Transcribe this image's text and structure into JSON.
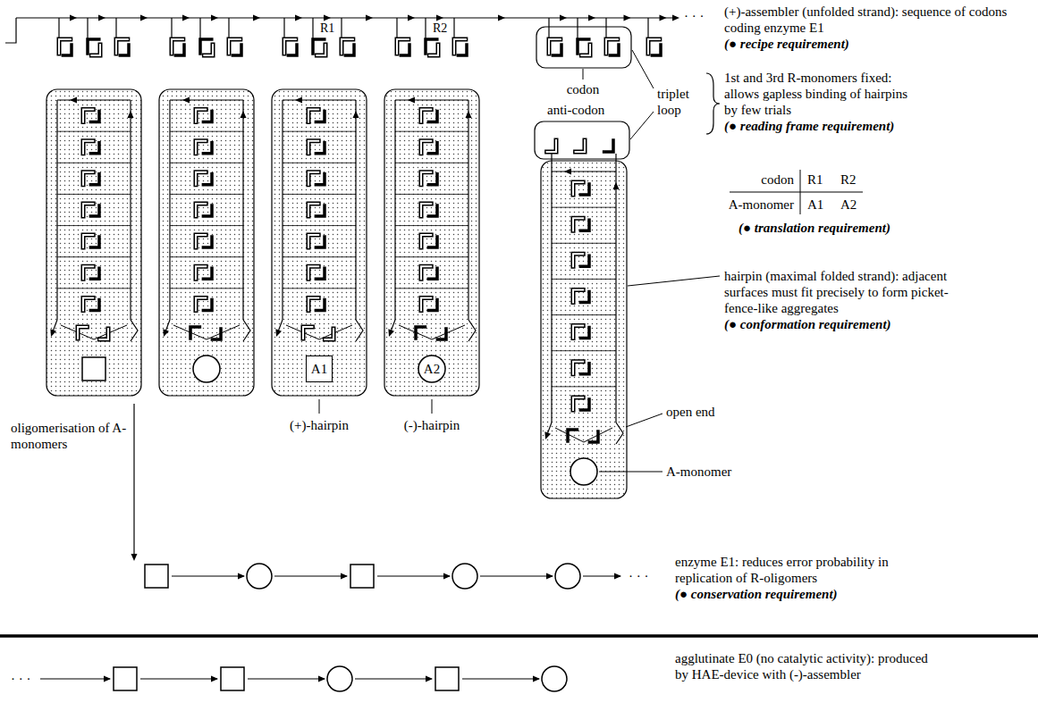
{
  "diagram": {
    "nodes": [
      {
        "text": [
          "A1"
        ]
      },
      {
        "text": [
          "A2"
        ]
      }
    ],
    "labels": [
      "R1",
      "R2",
      "· · ·",
      "(+)-assembler (unfolded strand): sequence of codons coding enzyme E1",
      "(● recipe requirement)",
      "codon",
      "triplet loop",
      "1st and 3rd R-monomers fixed: allows gapless binding of hairpins by few trials",
      "(● reading frame requirement)",
      "anti-codon",
      "codon",
      "R1",
      "R2",
      "A-monomer",
      "A1",
      "A2",
      "(● translation requirement)",
      "hairpin (maximal folded strand): adjacent surfaces must fit precisely to form picket-fence-like aggregates",
      "(● conformation requirement)",
      "(+)-hairpin",
      "(-)-hairpin",
      "open end",
      "A-monomer",
      "oligomerisation of A-monomers",
      "· · ·",
      "enzyme E1: reduces error probability in replication of R-oligomers",
      "(● conservation requirement)",
      "agglutinate E0 (no catalytic activity): produced by HAE-device with (-)-assembler",
      "· · ·"
    ]
  }
}
